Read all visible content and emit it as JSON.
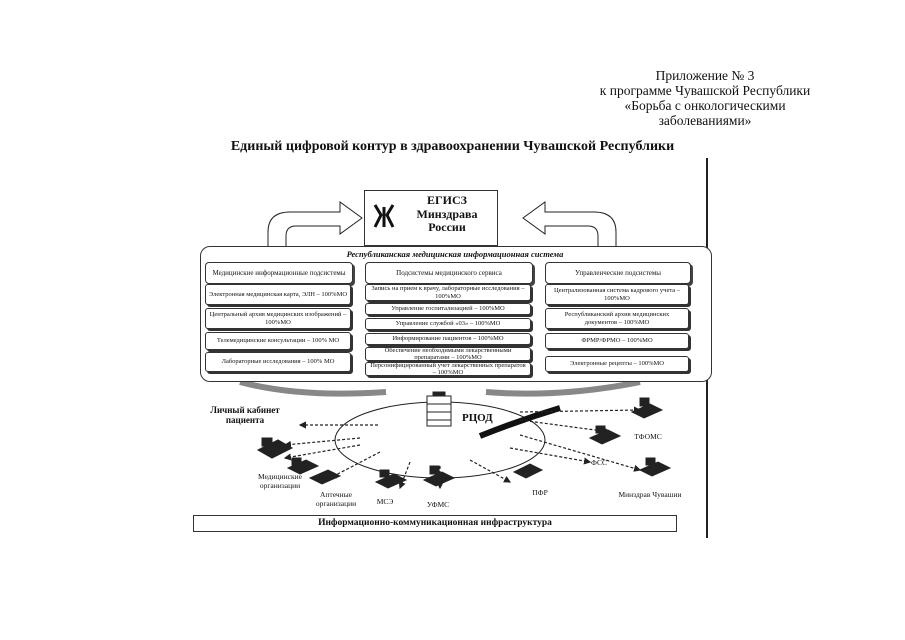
{
  "appendix": {
    "line1": "Приложение № 3",
    "line2": "к программе Чувашской Республики",
    "line3": "«Борьба с онкологическими",
    "line4": "заболеваниями»"
  },
  "title": "Единый цифровой контур в здравоохранении Чувашской Республики",
  "egisz": {
    "line1": "ЕГИСЗ",
    "line2": "Минздрава",
    "line3": "России"
  },
  "rmis": {
    "title": "Республиканская медицинская информационная система",
    "left": {
      "header": "Медицинские информационные подсистемы",
      "items": [
        "Электронная медицинская карта, ЭЛН – 100%МО",
        "Центральный архив медицинских изображений – 100%МО",
        "Телемедицинские консультации – 100% МО",
        "Лабораторные исследования – 100% МО"
      ]
    },
    "middle": {
      "header": "Подсистемы медицинского сервиса",
      "items": [
        "Запись на прием к врачу, лабораторные исследования – 100%МО",
        "Управление госпитализацией – 100%МО",
        "Управление службой «03» – 100%МО",
        "Информирование пациентов – 100%МО",
        "Обеспечение необходимыми лекарственными препаратами – 100%МО",
        "Персонифицированный учет лекарственных препаратов – 100%МО"
      ]
    },
    "right": {
      "header": "Управленческие подсистемы",
      "items": [
        "Централизованная система кадрового учета – 100%МО",
        "Республиканский архив медицинских документов – 100%МО",
        "ФРМР/ФРМО – 100%МО",
        "Электронные рецепты – 100%МО"
      ]
    }
  },
  "nodes": {
    "rcod": "РЦОД",
    "patient": "Личный кабинет пациента",
    "med_org": "Медицинские организации",
    "pharmacy": "Аптечные организации",
    "mse": "МСЭ",
    "ufms": "УФМС",
    "pfr": "ПФР",
    "fss": "ФСС",
    "tfoms": "ТФОМС",
    "minzdrav": "Минздрав Чувашии"
  },
  "infra": "Информационно-коммуникационная инфраструктура"
}
